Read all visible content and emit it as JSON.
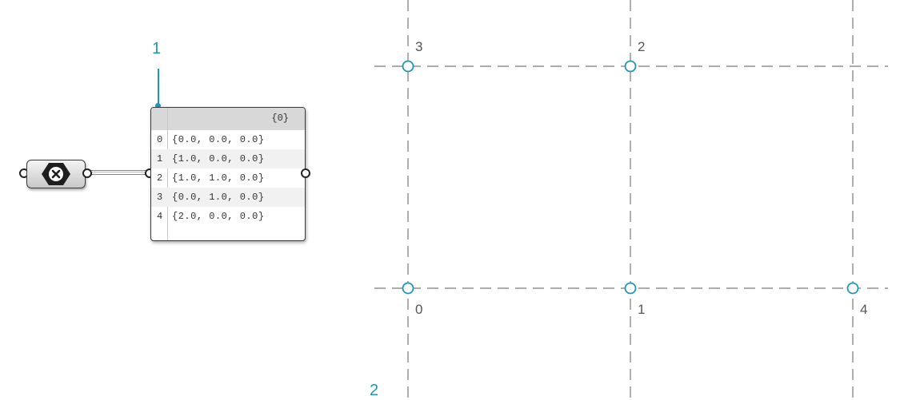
{
  "callouts": {
    "first": "1",
    "second": "2"
  },
  "component": {
    "icon": "close-x-hexagon-icon"
  },
  "panel": {
    "path": "{0}",
    "items": [
      {
        "index": "0",
        "value": "{0.0, 0.0, 0.0}"
      },
      {
        "index": "1",
        "value": "{1.0, 0.0, 0.0}"
      },
      {
        "index": "2",
        "value": "{1.0, 1.0, 0.0}"
      },
      {
        "index": "3",
        "value": "{0.0, 1.0, 0.0}"
      },
      {
        "index": "4",
        "value": "{2.0, 0.0, 0.0}"
      }
    ]
  },
  "viewport": {
    "points": [
      {
        "label": "0",
        "x": 0,
        "y": 0
      },
      {
        "label": "1",
        "x": 1,
        "y": 0
      },
      {
        "label": "2",
        "x": 1,
        "y": 1
      },
      {
        "label": "3",
        "x": 0,
        "y": 1
      },
      {
        "label": "4",
        "x": 2,
        "y": 0
      }
    ]
  },
  "colors": {
    "accent": "#1f97b2",
    "grid": "#7a7a7a"
  }
}
